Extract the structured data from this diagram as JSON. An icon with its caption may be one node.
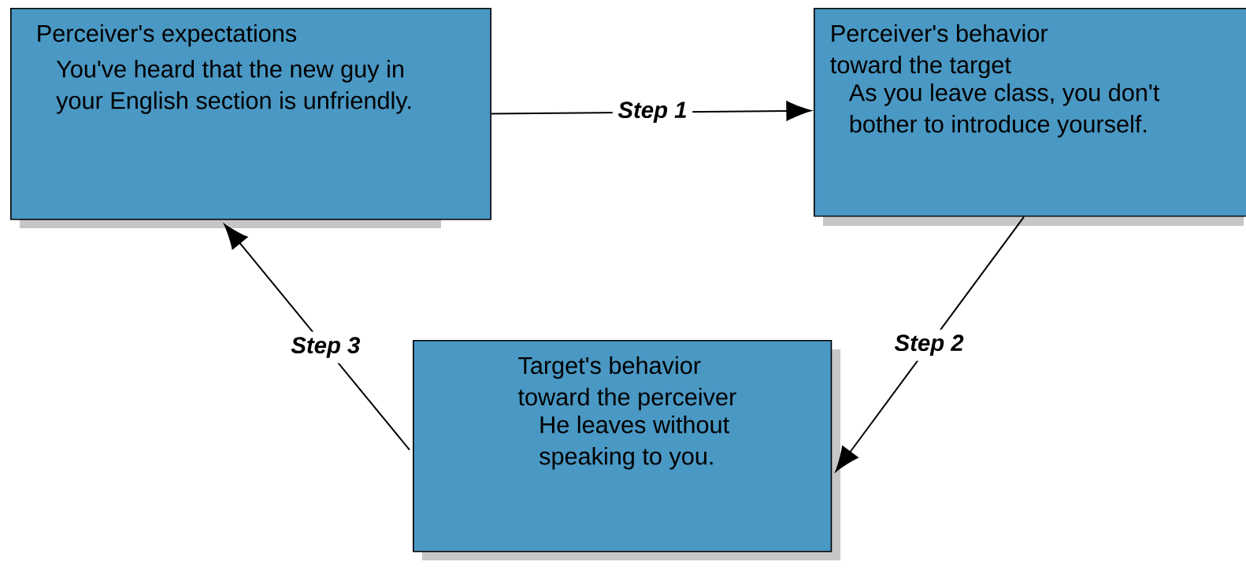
{
  "diagram": {
    "nodes": [
      {
        "text": [
          "Perceiver's expectations",
          "You've heard that the new guy in your English section is unfriendly."
        ]
      },
      {
        "text": [
          "Perceiver's behavior toward the target",
          "As you leave class, you don't bother to introduce yourself."
        ]
      },
      {
        "text": [
          "Target's behavior toward the perceiver",
          "He leaves without speaking to you."
        ]
      }
    ],
    "edges": [
      {
        "from": 0,
        "to": 1,
        "arrow": "to",
        "label": "Step 1"
      },
      {
        "from": 1,
        "to": 2,
        "arrow": "to",
        "label": "Step 2"
      },
      {
        "from": 2,
        "to": 0,
        "arrow": "to",
        "label": "Step 3"
      }
    ]
  }
}
